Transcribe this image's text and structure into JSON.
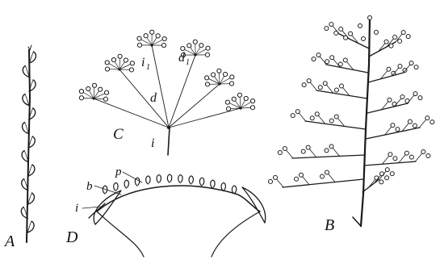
{
  "figure": {
    "panel_labels": {
      "a": "A",
      "b": "B",
      "c": "C",
      "d": "D"
    },
    "c_labels": {
      "i": "i",
      "i1": "i",
      "i1_sub": "1",
      "d": "d",
      "d1": "d",
      "d1_sub": "1"
    },
    "d_labels": {
      "p": "p",
      "b": "b",
      "i": "i"
    }
  }
}
